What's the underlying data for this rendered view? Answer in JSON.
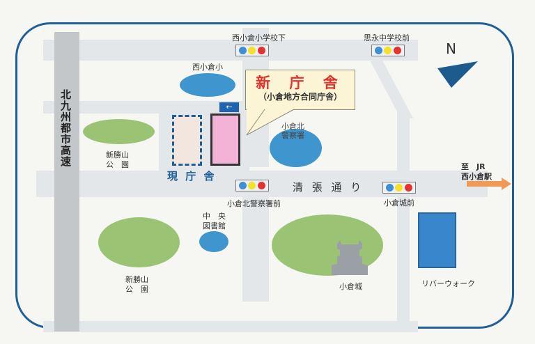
{
  "map": {
    "north_label": "N",
    "highway_label": "北九州都市高速",
    "main_street_label": "清 張 通 り",
    "new_office": {
      "title": "新 庁 舎",
      "subtitle": "（小倉地方合同庁舎）"
    },
    "current_office_label": "現 庁 舎",
    "signals": [
      {
        "name": "西小倉小学校下"
      },
      {
        "name": "思永中学校前"
      },
      {
        "name": "小倉北警察署前"
      },
      {
        "name": "小倉城前"
      }
    ],
    "places": {
      "school": "西小倉小",
      "police": "小倉北\n警察署",
      "park_top_line1": "新勝山",
      "park_top_line2": "公　園",
      "park_bottom_line1": "新勝山",
      "park_bottom_line2": "公　園",
      "library_line1": "中　央",
      "library_line2": "図書館",
      "castle": "小倉城",
      "riverwalk": "リバーウォーク"
    },
    "station": {
      "line1": "至　JR",
      "line2": "西小倉駅"
    },
    "colors": {
      "frame": "#1f5f99",
      "new_office_fill": "#f2b3d6",
      "callout_title": "#e0322c",
      "park": "#9bc374",
      "facility": "#3f96cf",
      "arrow": "#f09a55",
      "signal_blue": "#3f8fd6",
      "signal_yellow": "#f5e12a",
      "signal_red": "#e3342f"
    }
  }
}
